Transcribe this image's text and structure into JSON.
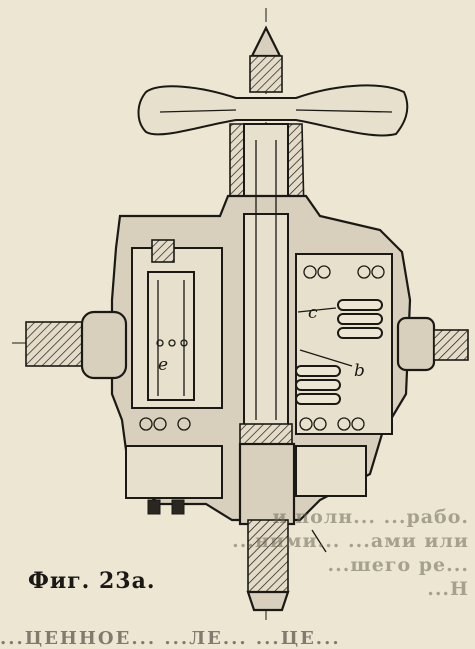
{
  "figure": {
    "caption": "Фиг. 23а.",
    "labels": {
      "c": "c",
      "b": "b",
      "e": "e"
    },
    "bleed_through": [
      "и полн...   ...рабо.",
      "...ними... ...ами или",
      "...шего ре...",
      "...Н"
    ],
    "bottom_cut_text": "...ЦЕННОЕ... ...ЛЕ... ...ЦЕ..."
  }
}
